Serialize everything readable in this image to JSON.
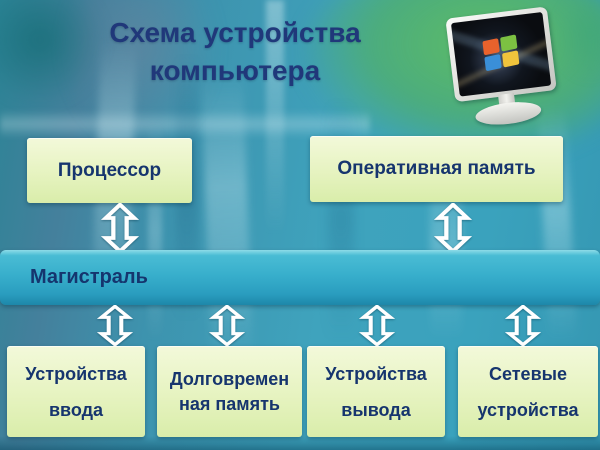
{
  "slide": {
    "title": {
      "line1": "Схема устройства",
      "line2": "компьютера"
    }
  },
  "nodes": {
    "processor": {
      "label": "Процессор"
    },
    "ram": {
      "label": "Оперативная память"
    },
    "bus": {
      "label": "Магистраль"
    },
    "input_devices": {
      "line1": "Устройства",
      "line2": "ввода"
    },
    "long_term_memory": {
      "line1": "Долговремен",
      "line2": "ная память"
    },
    "output_devices": {
      "line1": "Устройства",
      "line2": "вывода"
    },
    "network_devices": {
      "line1": "Сетевые",
      "line2": "устройства"
    }
  },
  "connections": [
    {
      "from": "processor",
      "to": "bus",
      "type": "bidirectional"
    },
    {
      "from": "ram",
      "to": "bus",
      "type": "bidirectional"
    },
    {
      "from": "bus",
      "to": "input_devices",
      "type": "bidirectional"
    },
    {
      "from": "bus",
      "to": "long_term_memory",
      "type": "bidirectional"
    },
    {
      "from": "bus",
      "to": "output_devices",
      "type": "bidirectional"
    },
    {
      "from": "bus",
      "to": "network_devices",
      "type": "bidirectional"
    }
  ],
  "icons": {
    "monitor": "computer-monitor-with-windows-logo"
  },
  "colors": {
    "title_text": "#20387a",
    "node_text": "#16356e",
    "node_fill_top": "#f3f9da",
    "node_fill_bottom": "#d9edaa",
    "bus_fill_top": "#8edce8",
    "bus_fill_bottom": "#1d87a9",
    "arrow": "#ffffff",
    "background_teal": "#3fa0bb",
    "background_green": "#58b36a"
  }
}
